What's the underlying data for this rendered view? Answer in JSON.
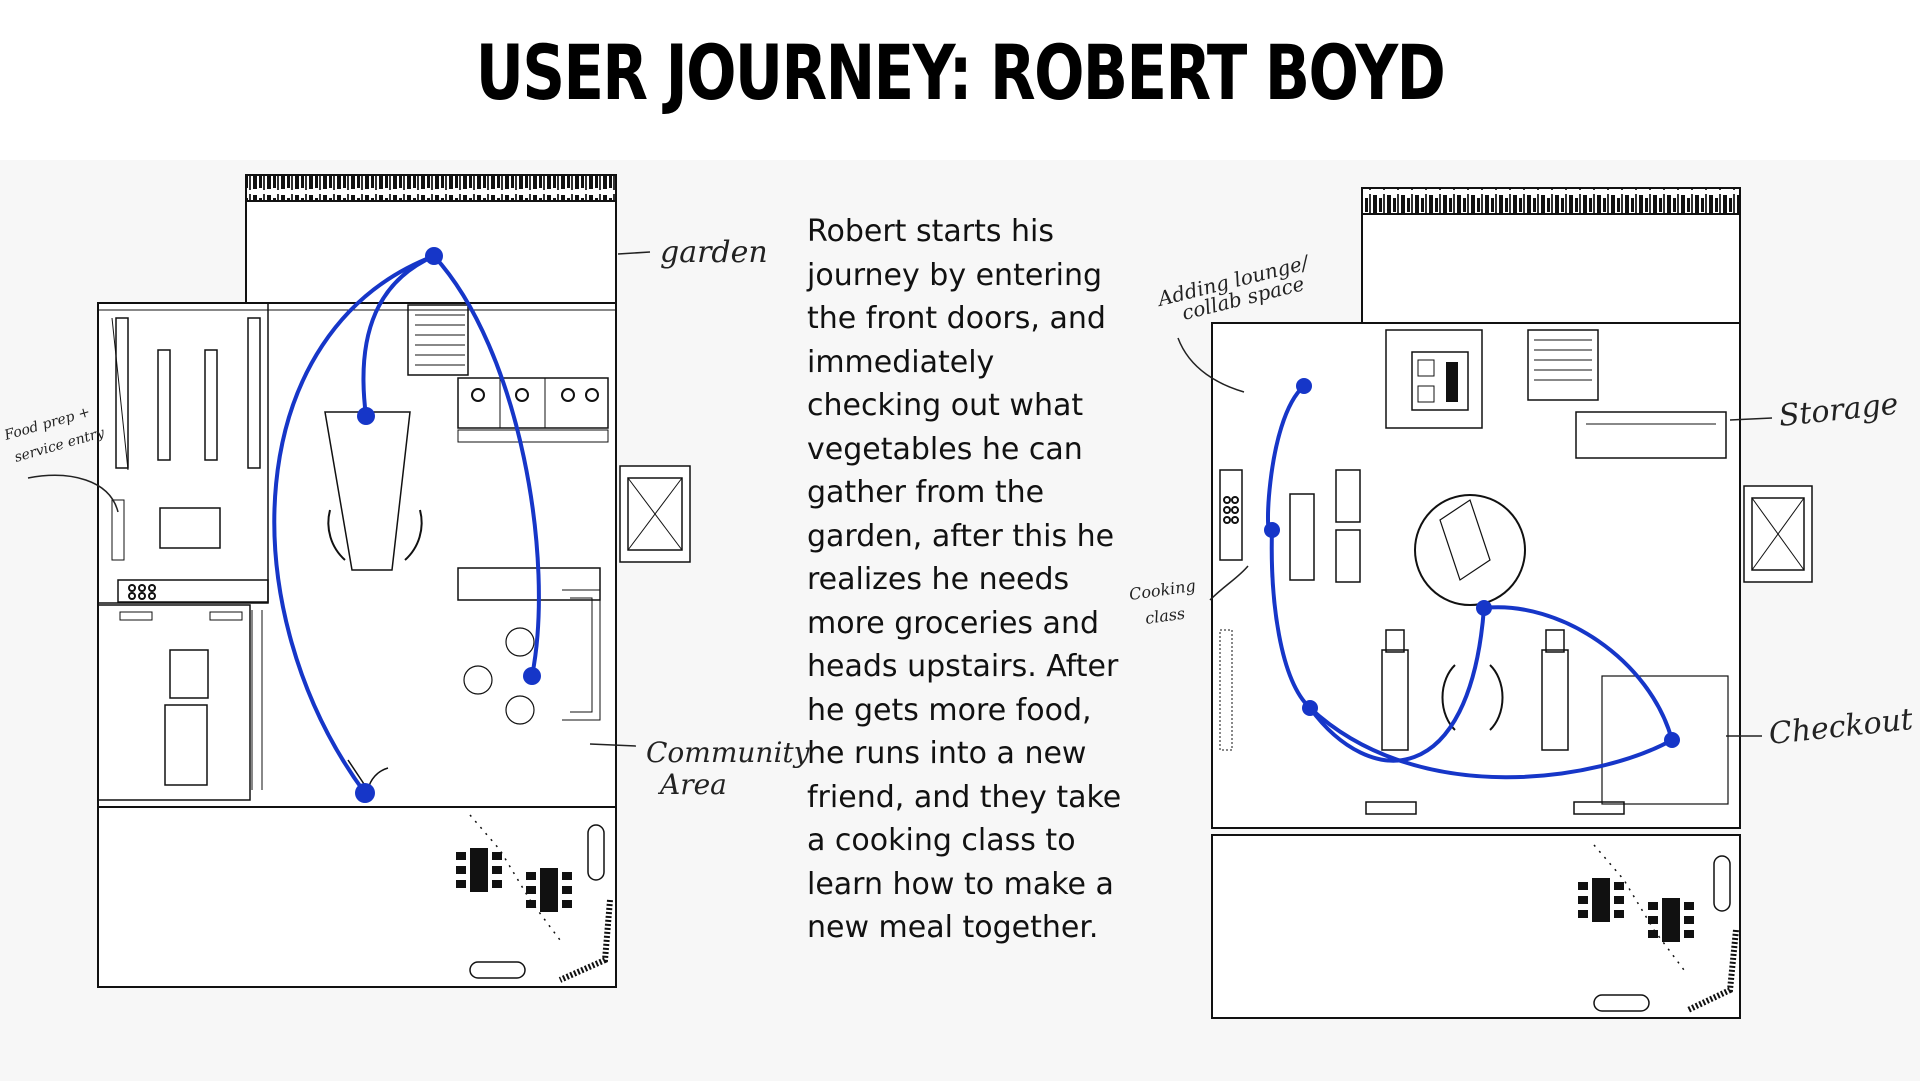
{
  "title": "USER JOURNEY: ROBERT BOYD",
  "description": "Robert starts his journey by entering the front doors, and immediately checking out what vegetables he can gather from the garden, after this he realizes he needs more groceries and heads upstairs. After he gets more food, he runs into a new friend, and they take a cooking class to learn how to make a new meal together.",
  "colors": {
    "path": "#1636c8",
    "ink": "#111111"
  },
  "floor1": {
    "labels": {
      "garden": "garden",
      "food_prep_1": "Food prep +",
      "food_prep_2": "service entry",
      "community_1": "Community",
      "community_2": "Area"
    }
  },
  "floor2": {
    "labels": {
      "lounge_1": "Adding lounge/",
      "lounge_2": "collab space",
      "storage": "Storage",
      "cooking_1": "Cooking",
      "cooking_2": "class",
      "checkout": "Checkout"
    }
  }
}
